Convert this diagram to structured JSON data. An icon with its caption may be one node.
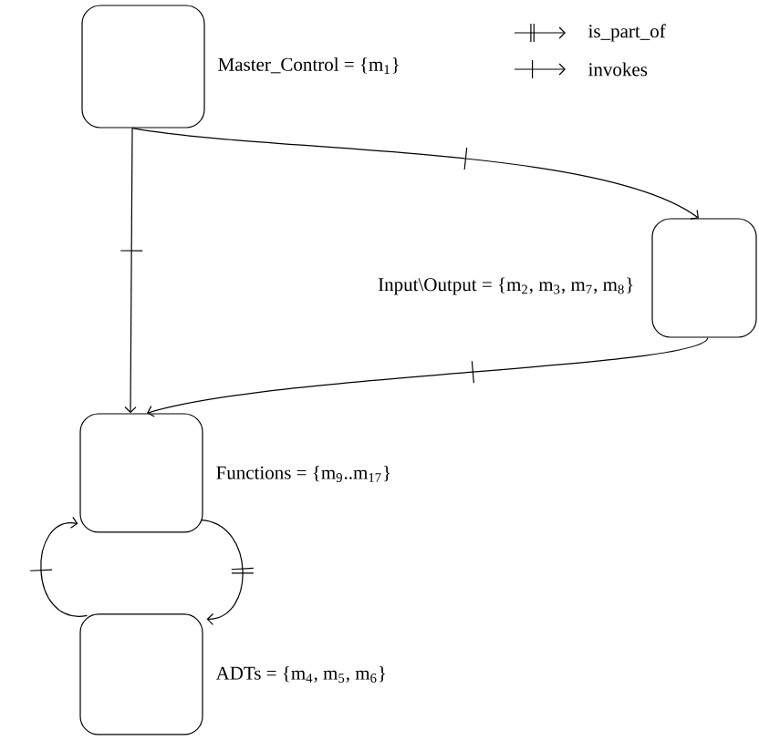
{
  "diagram": {
    "nodes": [
      {
        "text": [],
        "shape": "box",
        "beside": [
          "Master_Control = {m$_{1}$}"
        ]
      },
      {
        "text": [],
        "shape": "box",
        "beside": [
          "Input\\Output = {m$_{2}$, m$_{3}$, m$_{7}$, m$_{8}$}"
        ]
      },
      {
        "text": [],
        "shape": "box",
        "beside": [
          "Functions = {m$_{9}$..m$_{17}$}"
        ]
      },
      {
        "text": [],
        "shape": "box",
        "beside": [
          "ADTs = {m$_{4}$, m$_{5}$, m$_{6}$}"
        ]
      }
    ],
    "edges": [
      {
        "from": 0,
        "to": 2,
        "arrow": "to"
      },
      {
        "from": 0,
        "to": 1,
        "arrow": "to"
      },
      {
        "from": 1,
        "to": 2,
        "arrow": "to"
      },
      {
        "from": 3,
        "to": 2,
        "arrow": "to"
      },
      {
        "from": 2,
        "to": 3,
        "arrow": "to"
      }
    ],
    "legend": [
      {
        "text": "is_part_of"
      },
      {
        "text": "invokes"
      }
    ]
  }
}
